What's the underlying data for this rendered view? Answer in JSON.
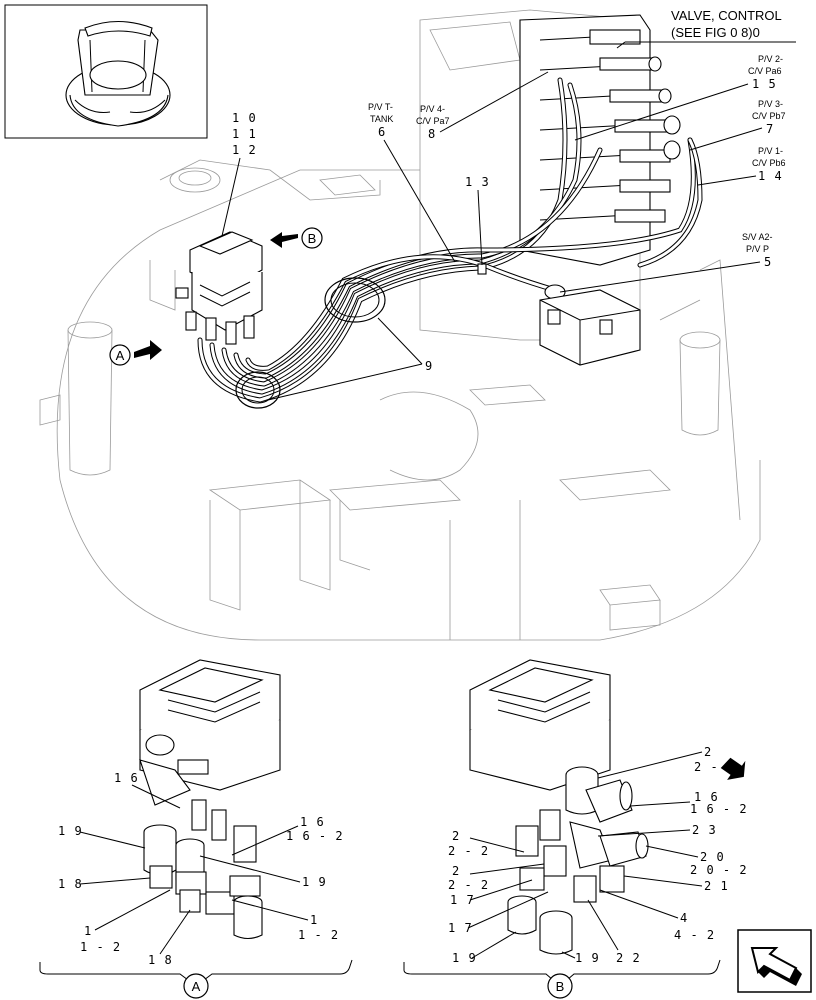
{
  "header": {
    "title_line1": "VALVE, CONTROL",
    "title_line2": "(SEE FIG 0 8)0"
  },
  "callouts": {
    "pv2": {
      "text1": "P/V 2-",
      "text2": "C/V Pa6",
      "num": "1 5"
    },
    "pv3": {
      "text1": "P/V 3-",
      "text2": "C/V Pb7",
      "num": "7"
    },
    "pv1": {
      "text1": "P/V 1-",
      "text2": "C/V Pb6",
      "num": "1 4"
    },
    "sva2": {
      "text1": "S/V A2-",
      "text2": "P/V P",
      "num": "5"
    },
    "pvt": {
      "text1": "P/V T-",
      "text2": "TANK",
      "num": "6"
    },
    "pv4": {
      "text1": "P/V 4-",
      "text2": "C/V Pa7",
      "num": "8"
    },
    "n13": "1 3",
    "n9": "9",
    "n10": "1 0",
    "n11": "1 1",
    "n12": "1 2"
  },
  "views": {
    "A": "A",
    "B": "B"
  },
  "detail_a": {
    "n16": "1 6",
    "n16r_a": "1 6",
    "n16r_b": "1 6 - 2",
    "n19": "1 9",
    "n19r": "1 9",
    "n18": "1 8",
    "n18b": "1 8",
    "n1_a": "1",
    "n1_b": "1 - 2",
    "n1r_a": "1",
    "n1r_b": "1 - 2"
  },
  "detail_b": {
    "n2top_a": "2",
    "n2top_b": "2 - 2",
    "n16_a": "1 6",
    "n16_b": "1 6 - 2",
    "n23": "2 3",
    "n2l_a": "2",
    "n2l_b": "2 - 2",
    "n20_a": "2 0",
    "n20_b": "2 0 - 2",
    "n2m_a": "2",
    "n2m_b": "2 - 2",
    "n21": "2 1",
    "n17_a": "1 7",
    "n17_b": "1 7",
    "n4_a": "4",
    "n4_b": "4 - 2",
    "n19": "1 9",
    "n19b": "1 9",
    "n22": "2 2"
  }
}
